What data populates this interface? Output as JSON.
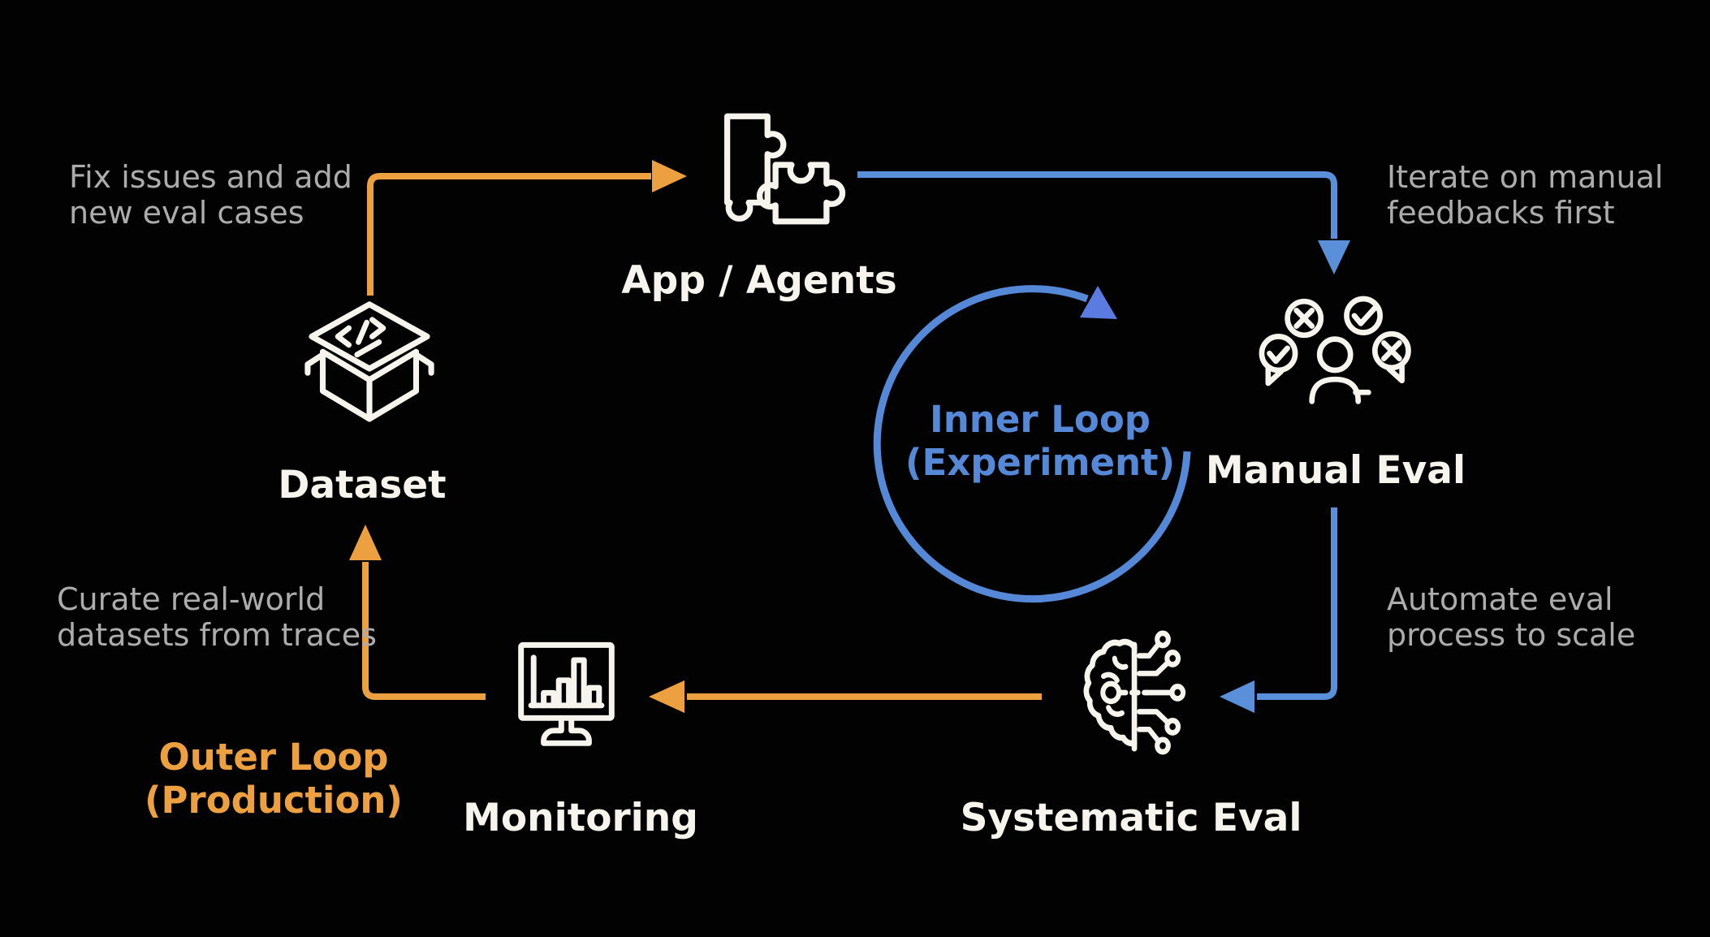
{
  "diagram": {
    "title": "LLM app evaluation loops",
    "background": "#020202"
  },
  "colors": {
    "orange_accent": "#EDA03F",
    "blue_accent": "#5A8FD9",
    "inner_arrowhead_blue": "#5B7BE0",
    "label_white": "#F7F4EE",
    "annotation_gray": "#ACACAC"
  },
  "nodes": {
    "app_agents": {
      "label": "App / Agents",
      "icon": "puzzle-icon"
    },
    "manual_eval": {
      "label": "Manual Eval",
      "icon": "people-review-icon"
    },
    "systematic_eval": {
      "label": "Systematic Eval",
      "icon": "brain-circuit-icon"
    },
    "monitoring": {
      "label": "Monitoring",
      "icon": "monitor-chart-icon"
    },
    "dataset": {
      "label": "Dataset",
      "icon": "open-box-code-icon"
    }
  },
  "loops": {
    "inner": {
      "line1": "Inner Loop",
      "line2": "(Experiment)"
    },
    "outer": {
      "line1": "Outer Loop",
      "line2": "(Production)"
    }
  },
  "annotations": {
    "fix_issues": {
      "line1": "Fix issues and add",
      "line2": "new eval cases"
    },
    "iterate_feedback": {
      "line1": "Iterate on manual",
      "line2": "feedbacks first"
    },
    "automate_scale": {
      "line1": "Automate eval",
      "line2": "process to scale"
    },
    "curate_datasets": {
      "line1": "Curate real-world",
      "line2": "datasets from traces"
    }
  }
}
